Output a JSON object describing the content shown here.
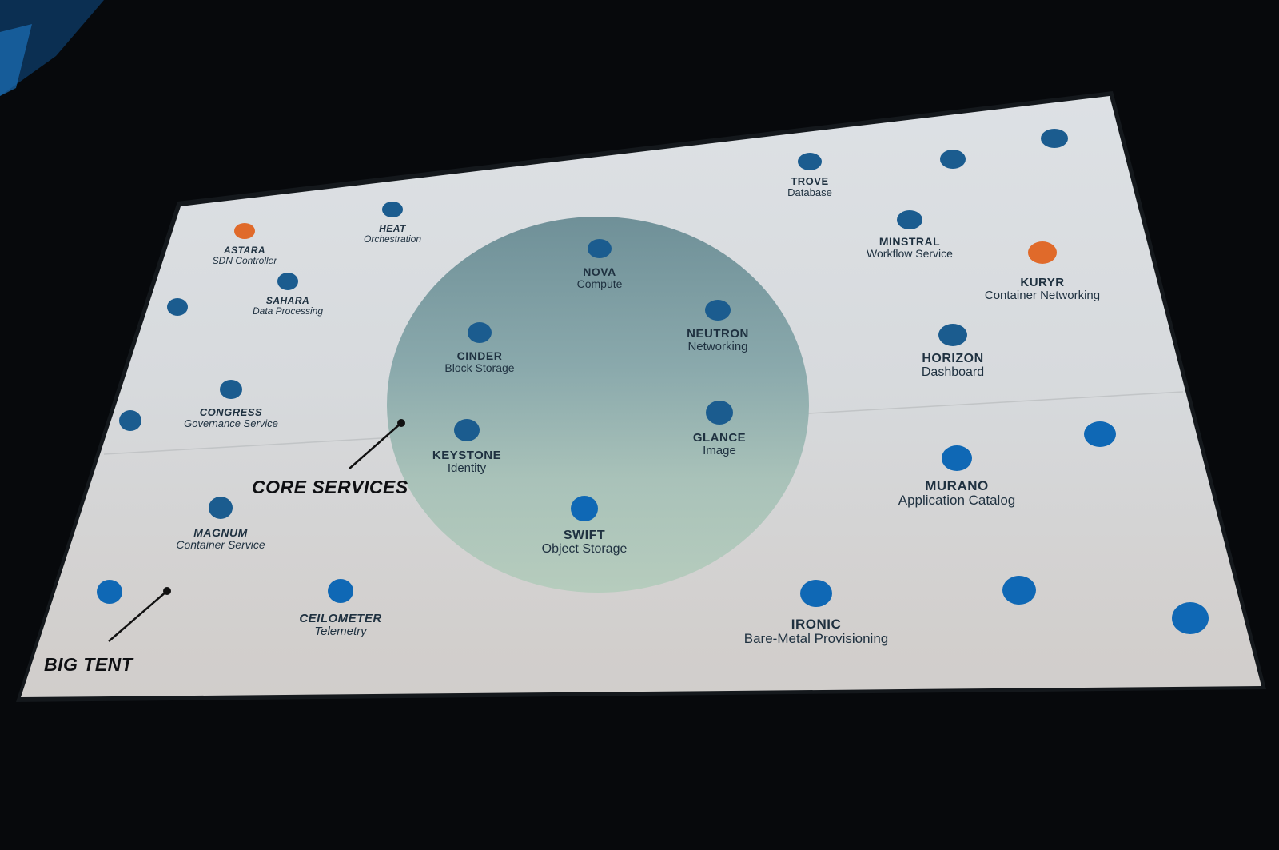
{
  "colors": {
    "node_blue": "#1b5c8f",
    "node_blue_bright": "#0f68b5",
    "node_orange": "#e06a2a",
    "label_dark": "#1f3140",
    "core_fill": "#8fb0b0"
  },
  "callouts": {
    "core": "CORE SERVICES",
    "big_tent": "BIG TENT"
  },
  "core_services": [
    {
      "name": "NOVA",
      "desc": "Compute"
    },
    {
      "name": "NEUTRON",
      "desc": "Networking"
    },
    {
      "name": "CINDER",
      "desc": "Block Storage"
    },
    {
      "name": "KEYSTONE",
      "desc": "Identity"
    },
    {
      "name": "GLANCE",
      "desc": "Image"
    },
    {
      "name": "SWIFT",
      "desc": "Object Storage"
    }
  ],
  "big_tent": [
    {
      "name": "ASTARA",
      "desc": "SDN Controller",
      "color": "orange"
    },
    {
      "name": "HEAT",
      "desc": "Orchestration",
      "color": "blue"
    },
    {
      "name": "SAHARA",
      "desc": "Data Processing",
      "color": "blue"
    },
    {
      "name": "CONGRESS",
      "desc": "Governance Service",
      "color": "blue"
    },
    {
      "name": "MAGNUM",
      "desc": "Container Service",
      "color": "blue"
    },
    {
      "name": "CEILOMETER",
      "desc": "Telemetry",
      "color": "blue"
    },
    {
      "name": "TROVE",
      "desc": "Database",
      "color": "blue"
    },
    {
      "name": "MINSTRAL",
      "desc": "Workflow Service",
      "color": "blue"
    },
    {
      "name": "KURYR",
      "desc": "Container Networking",
      "color": "orange"
    },
    {
      "name": "HORIZON",
      "desc": "Dashboard",
      "color": "blue"
    },
    {
      "name": "MURANO",
      "desc": "Application Catalog",
      "color": "blue"
    },
    {
      "name": "IRONIC",
      "desc": "Bare-Metal Provisioning",
      "color": "blue"
    }
  ]
}
